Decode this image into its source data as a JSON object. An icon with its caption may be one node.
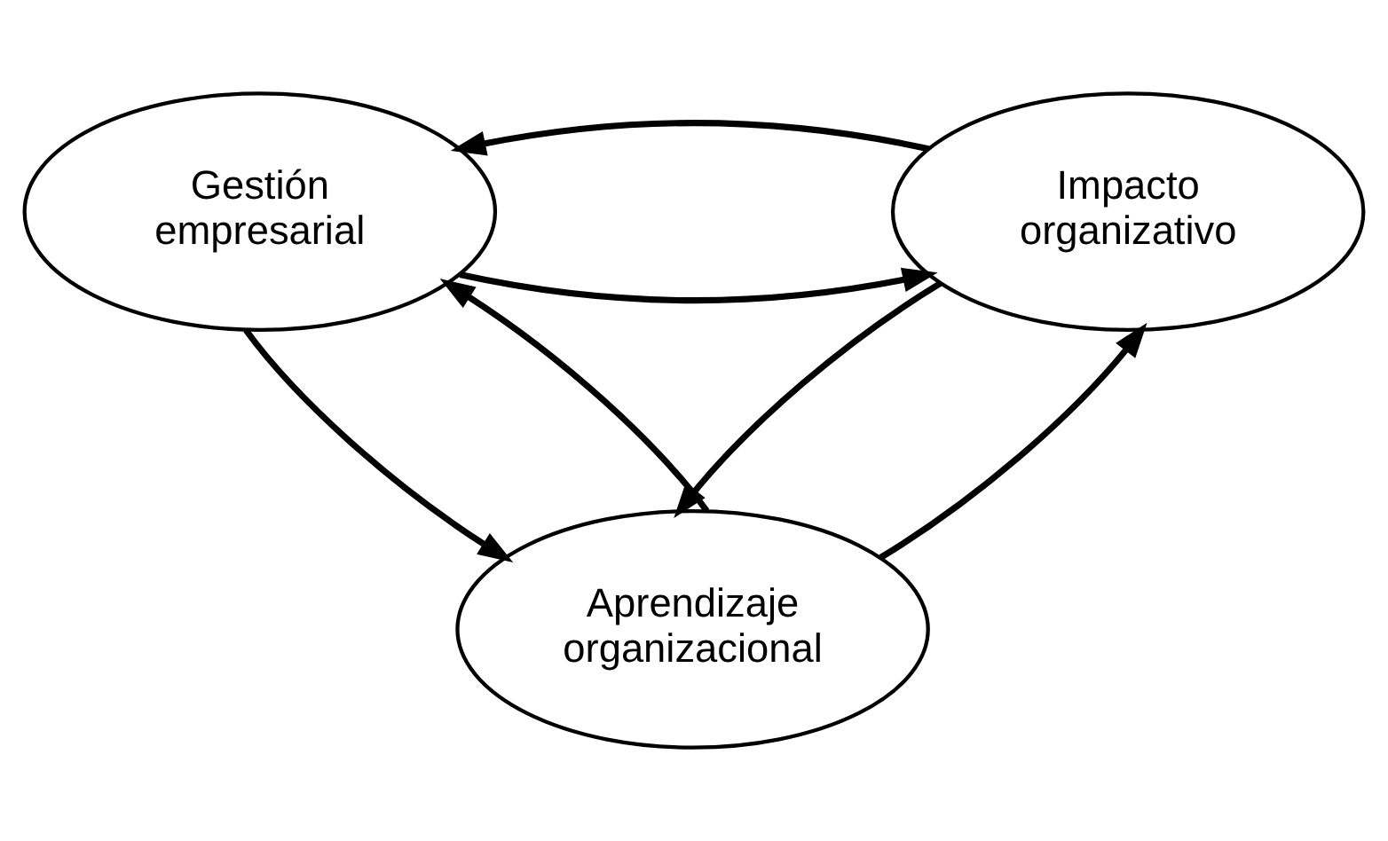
{
  "diagram": {
    "nodes": [
      {
        "text": [
          "Gestión empresarial"
        ]
      },
      {
        "text": [
          "Impacto organizativo"
        ]
      },
      {
        "text": [
          "Aprendizaje organizacional"
        ]
      }
    ],
    "edges": [
      {
        "from": 0,
        "to": 1,
        "arrow": "to"
      },
      {
        "from": 1,
        "to": 0,
        "arrow": "to"
      },
      {
        "from": 0,
        "to": 2,
        "arrow": "to"
      },
      {
        "from": 2,
        "to": 0,
        "arrow": "to"
      },
      {
        "from": 1,
        "to": 2,
        "arrow": "to"
      },
      {
        "from": 2,
        "to": 1,
        "arrow": "to"
      }
    ]
  }
}
